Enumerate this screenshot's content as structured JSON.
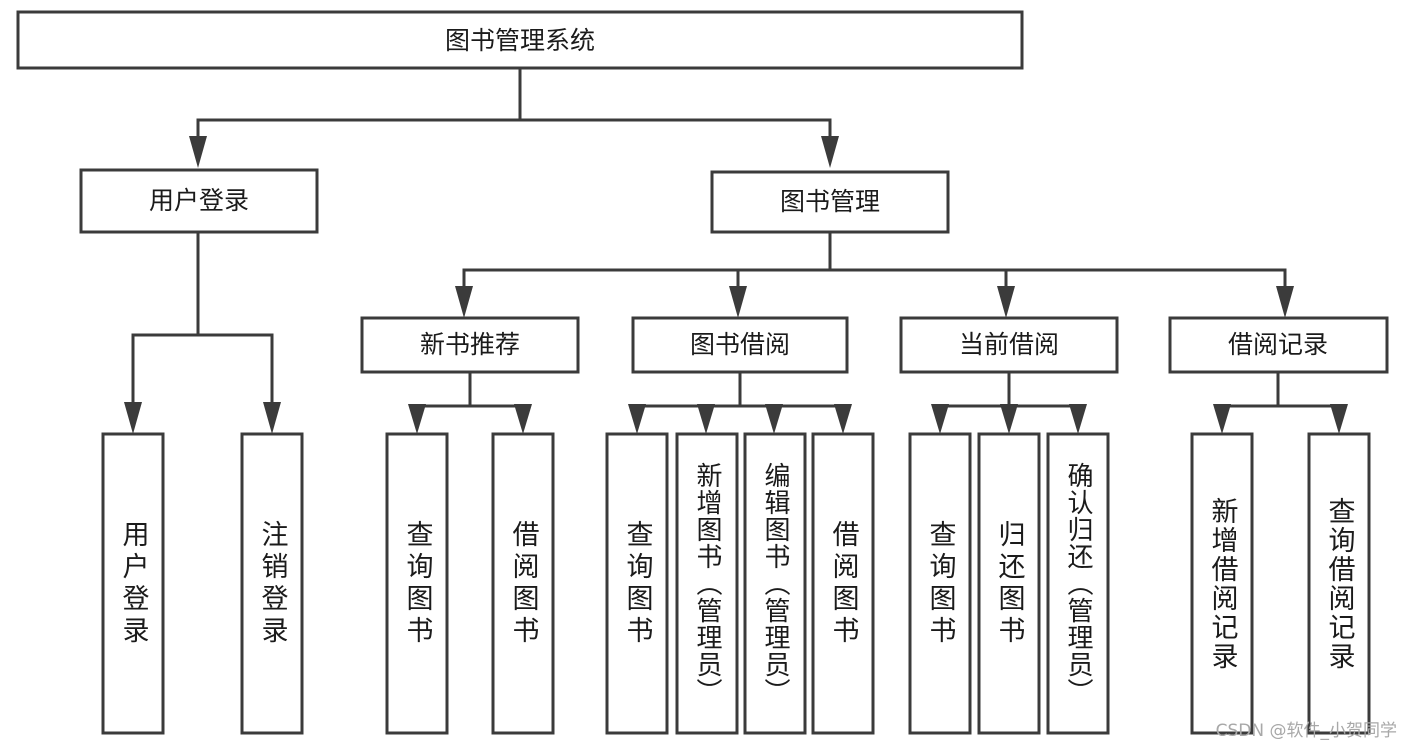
{
  "diagram": {
    "type": "tree",
    "title": "图书管理系统",
    "orientation": "top-down",
    "colors": {
      "box_stroke": "#3b3b3b",
      "box_fill": "#ffffff",
      "text": "#1b1b1b",
      "background": "#ffffff",
      "watermark": "#a8a8a8"
    },
    "root": {
      "label": "图书管理系统"
    },
    "level2": [
      {
        "label": "用户登录"
      },
      {
        "label": "图书管理"
      }
    ],
    "level3": [
      {
        "label": "新书推荐"
      },
      {
        "label": "图书借阅"
      },
      {
        "label": "当前借阅"
      },
      {
        "label": "借阅记录"
      }
    ],
    "leaves": {
      "user_login": [
        {
          "label": "用户登录"
        },
        {
          "label": "注销登录"
        }
      ],
      "new_book_recommend": [
        {
          "label": "查询图书"
        },
        {
          "label": "借阅图书"
        }
      ],
      "book_borrow": [
        {
          "label": "查询图书"
        },
        {
          "label": "新增图书（管理员）"
        },
        {
          "label": "编辑图书（管理员）"
        },
        {
          "label": "借阅图书"
        }
      ],
      "current_borrow": [
        {
          "label": "查询图书"
        },
        {
          "label": "归还图书"
        },
        {
          "label": "确认归还（管理员）"
        }
      ],
      "borrow_record": [
        {
          "label": "新增借阅记录"
        },
        {
          "label": "查询借阅记录"
        }
      ]
    }
  },
  "watermark": {
    "text": "CSDN @软件_小贺同学"
  }
}
